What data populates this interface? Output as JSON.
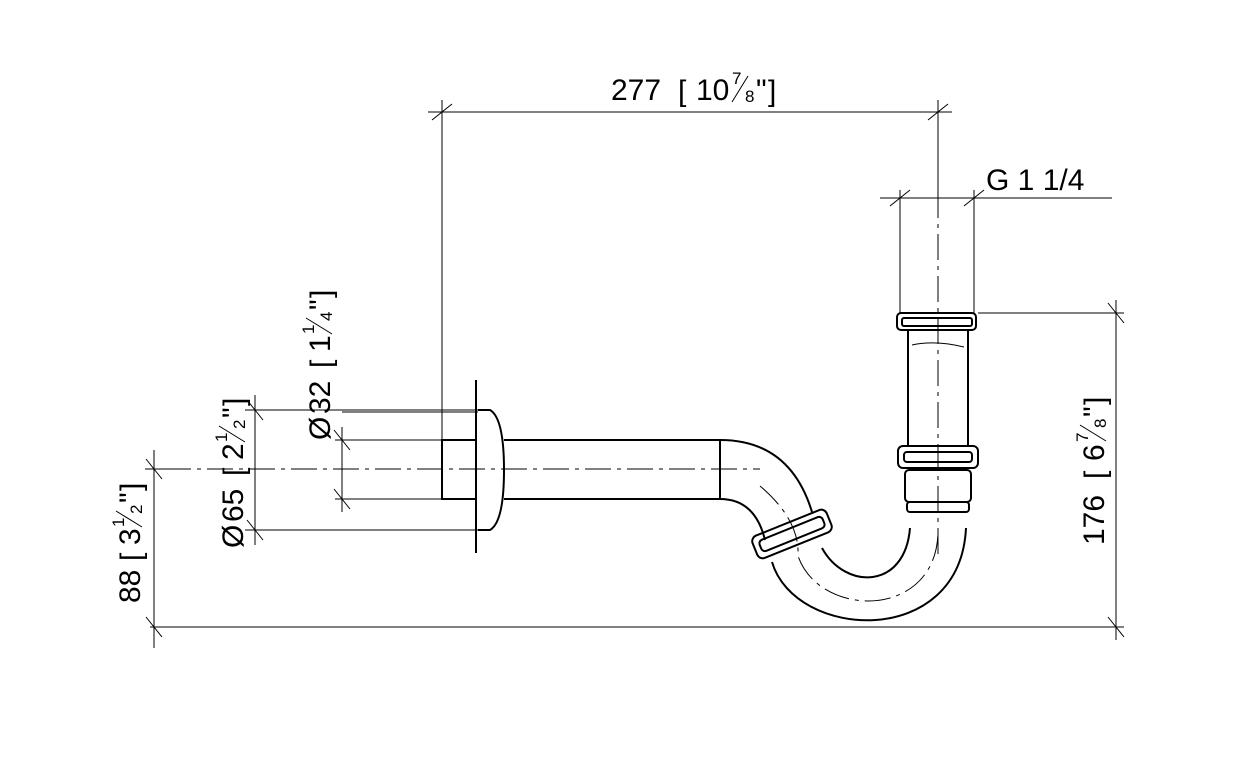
{
  "dimensions": {
    "overall_width": {
      "value": "277",
      "inch_whole": "10",
      "inch_num": "7",
      "inch_den": "8"
    },
    "thread": {
      "value": "G 1 1/4"
    },
    "height_total": {
      "value": "176",
      "inch_whole": "6",
      "inch_num": "7",
      "inch_den": "8"
    },
    "pipe_diameter": {
      "symbol": "Ø",
      "value": "32",
      "inch_whole": "1",
      "inch_num": "1",
      "inch_den": "4"
    },
    "rosette_diameter": {
      "symbol": "Ø",
      "value": "65",
      "inch_whole": "2",
      "inch_num": "1",
      "inch_den": "2"
    },
    "outlet_height": {
      "value": "88",
      "inch_whole": "3",
      "inch_num": "1",
      "inch_den": "2"
    }
  },
  "colors": {
    "line": "#000000",
    "background": "#ffffff"
  }
}
